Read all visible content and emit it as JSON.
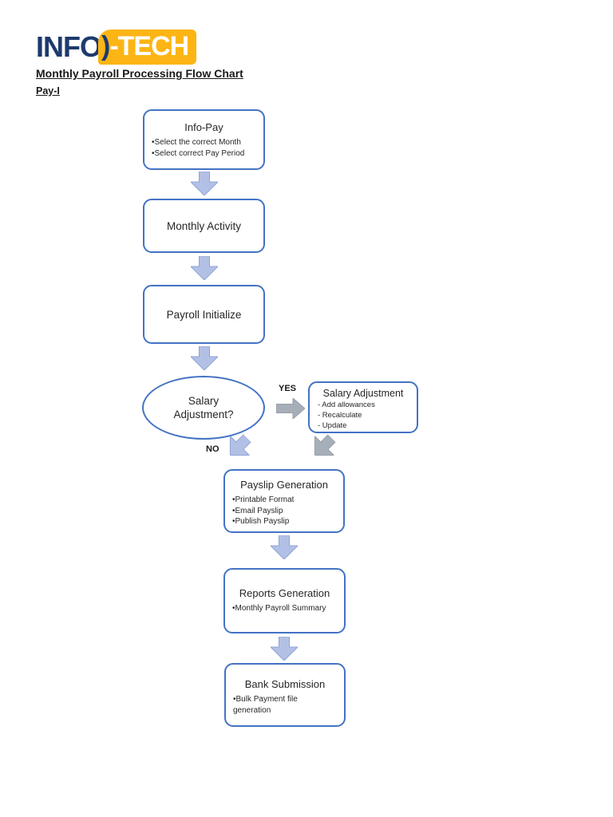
{
  "logo": {
    "prefix": "INFO",
    "paren": ")",
    "suffix": "-TECH",
    "navy_color": "#1e3a6d",
    "yellow_color": "#fcb515"
  },
  "header": {
    "title": "Monthly Payroll Processing Flow Chart",
    "subtitle": "Pay-I"
  },
  "flowchart": {
    "colors": {
      "node_border": "#4472c4",
      "arrow_blue_fill": "#b3c0e5",
      "arrow_blue_stroke": "#8ea5d8",
      "arrow_gray_fill": "#a6aeb8",
      "arrow_gray_stroke": "#98a1ad",
      "text": "#262626"
    },
    "labels": {
      "yes": "YES",
      "no": "NO"
    },
    "nodes": [
      {
        "id": "info-pay",
        "shape": "rounded-rect",
        "title": "Info-Pay",
        "bullets": [
          "•Select the correct Month",
          "•Select correct Pay Period"
        ]
      },
      {
        "id": "monthly-activity",
        "shape": "rounded-rect",
        "title": "Monthly Activity",
        "bullets": []
      },
      {
        "id": "payroll-initialize",
        "shape": "rounded-rect",
        "title": "Payroll Initialize",
        "bullets": []
      },
      {
        "id": "salary-adjustment-decision",
        "shape": "ellipse",
        "title": "Salary Adjustment?",
        "bullets": []
      },
      {
        "id": "salary-adjustment",
        "shape": "rounded-rect",
        "title": "Salary Adjustment",
        "bullets": [
          "- Add allowances",
          "- Recalculate",
          "- Update"
        ]
      },
      {
        "id": "payslip-generation",
        "shape": "rounded-rect",
        "title": "Payslip Generation",
        "bullets": [
          "•Printable Format",
          "•Email Payslip",
          "•Publish Payslip"
        ]
      },
      {
        "id": "reports-generation",
        "shape": "rounded-rect",
        "title": "Reports Generation",
        "bullets": [
          "•Monthly Payroll Summary"
        ]
      },
      {
        "id": "bank-submission",
        "shape": "rounded-rect",
        "title": "Bank Submission",
        "bullets": [
          "•Bulk Payment file generation"
        ]
      }
    ],
    "edges": [
      {
        "from": "info-pay",
        "to": "monthly-activity",
        "type": "down-arrow",
        "color": "blue"
      },
      {
        "from": "monthly-activity",
        "to": "payroll-initialize",
        "type": "down-arrow",
        "color": "blue"
      },
      {
        "from": "payroll-initialize",
        "to": "salary-adjustment-decision",
        "type": "down-arrow",
        "color": "blue"
      },
      {
        "from": "salary-adjustment-decision",
        "to": "salary-adjustment",
        "type": "right-arrow",
        "color": "gray",
        "label": "YES"
      },
      {
        "from": "salary-adjustment-decision",
        "to": "payslip-generation",
        "type": "diagonal-down-left-arrow",
        "color": "blue",
        "label": "NO"
      },
      {
        "from": "salary-adjustment",
        "to": "payslip-generation",
        "type": "diagonal-down-left-arrow",
        "color": "gray"
      },
      {
        "from": "payslip-generation",
        "to": "reports-generation",
        "type": "down-arrow",
        "color": "blue"
      },
      {
        "from": "reports-generation",
        "to": "bank-submission",
        "type": "down-arrow",
        "color": "blue"
      }
    ]
  }
}
